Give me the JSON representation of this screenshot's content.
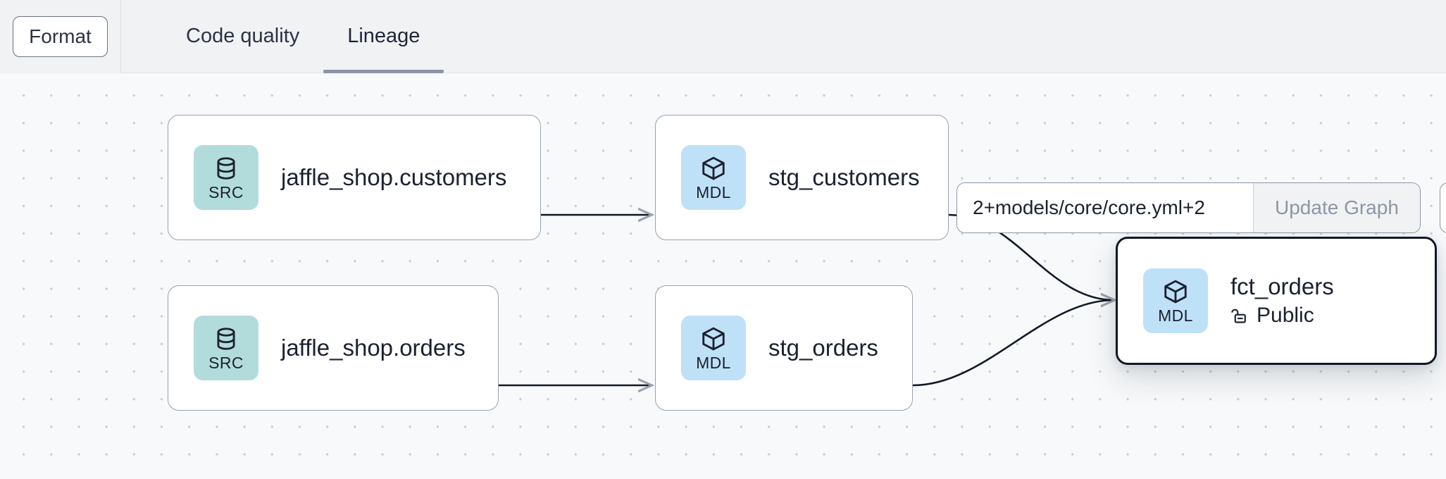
{
  "toolbar": {
    "format_label": "Format",
    "tabs": [
      {
        "label": "Code quality",
        "active": false
      },
      {
        "label": "Lineage",
        "active": true
      }
    ]
  },
  "graph_toolbar": {
    "selector_value": "2+models/core/core.yml+2",
    "selector_placeholder": "",
    "update_graph_label": "Update Graph"
  },
  "lineage": {
    "nodes": [
      {
        "id": "jaffle_shop_customers",
        "badge_code": "SRC",
        "badge_icon": "database-icon",
        "badge_color": "#b2dcdc",
        "title": "jaffle_shop.customers",
        "subtitle": null,
        "selected": false
      },
      {
        "id": "stg_customers",
        "badge_code": "MDL",
        "badge_icon": "cube-icon",
        "badge_color": "#bfe1f8",
        "title": "stg_customers",
        "subtitle": null,
        "selected": false
      },
      {
        "id": "jaffle_shop_orders",
        "badge_code": "SRC",
        "badge_icon": "database-icon",
        "badge_color": "#b2dcdc",
        "title": "jaffle_shop.orders",
        "subtitle": null,
        "selected": false
      },
      {
        "id": "stg_orders",
        "badge_code": "MDL",
        "badge_icon": "cube-icon",
        "badge_color": "#bfe1f8",
        "title": "stg_orders",
        "subtitle": null,
        "selected": false
      },
      {
        "id": "fct_orders",
        "badge_code": "MDL",
        "badge_icon": "cube-icon",
        "badge_color": "#bfe1f8",
        "title": "fct_orders",
        "subtitle": "Public",
        "subtitle_icon": "unlock-icon",
        "selected": true
      }
    ],
    "edges": [
      {
        "from": "jaffle_shop_customers",
        "to": "stg_customers"
      },
      {
        "from": "jaffle_shop_orders",
        "to": "stg_orders"
      },
      {
        "from": "stg_customers",
        "to": "fct_orders"
      },
      {
        "from": "stg_orders",
        "to": "fct_orders"
      }
    ]
  },
  "colors": {
    "header_bg": "#f1f2f4",
    "canvas_bg": "#f7f9fa",
    "dot_grid": "#c9ced6",
    "node_border": "#9aa1ae",
    "node_selected_border": "#111827",
    "tab_underline": "#8a95a8",
    "edge_stroke": "#111827",
    "text": "#1b2130",
    "muted_text": "#8d96a5"
  }
}
